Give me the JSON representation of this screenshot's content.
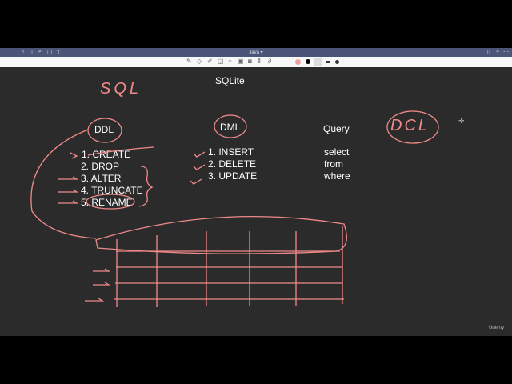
{
  "window": {
    "title": "Java ▾"
  },
  "toolbar": {
    "icons": [
      "pen-icon",
      "eraser-icon",
      "highlighter-icon",
      "shapes-icon",
      "lasso-icon",
      "image-icon",
      "camera-icon",
      "text-icon",
      "link-icon"
    ],
    "colors": [
      "#f0a0a0",
      "#000000"
    ]
  },
  "canvas": {
    "heading": "SQLite",
    "ddl": {
      "title": "DDL",
      "items": [
        "1. CREATE",
        "2. DROP",
        "3. ALTER",
        "4. TRUNCATE",
        "5. RENAME"
      ]
    },
    "dml": {
      "title": "DML",
      "items": [
        "1. INSERT",
        "2. DELETE",
        "3. UPDATE"
      ]
    },
    "query": {
      "title": "Query",
      "items": [
        "select",
        "from",
        "where"
      ]
    },
    "handwriting": {
      "sql": "SQL",
      "dcl": "DCL"
    },
    "ink_color": "#f08a8a"
  },
  "watermark": "Udemy"
}
